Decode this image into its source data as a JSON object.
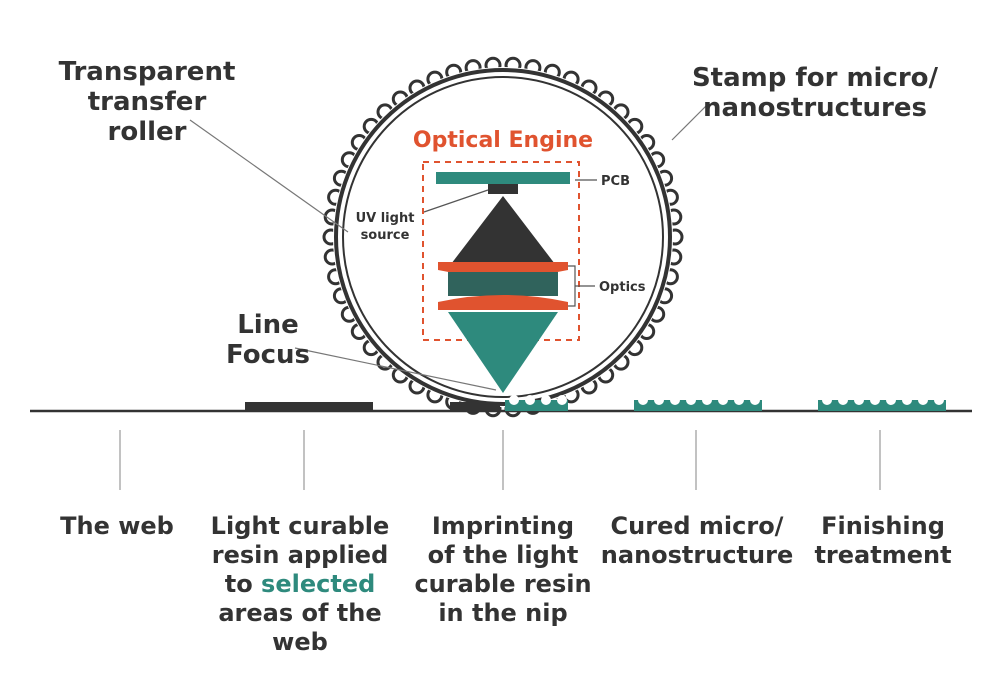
{
  "labels": {
    "roller": [
      "Transparent",
      "transfer",
      "roller"
    ],
    "stamp": [
      "Stamp for micro/",
      "nanostructures"
    ],
    "engine_title": "Optical Engine",
    "pcb": "PCB",
    "uv": [
      "UV light",
      "source"
    ],
    "optics": "Optics",
    "line_focus": [
      "Line",
      "Focus"
    ]
  },
  "steps": [
    {
      "lines": [
        "The web"
      ]
    },
    {
      "lines": [
        "Light curable",
        "resin applied",
        "to ",
        "areas of the",
        "web"
      ],
      "highlight": "selected"
    },
    {
      "lines": [
        "Imprinting",
        "of the light",
        "curable resin",
        "in the nip"
      ]
    },
    {
      "lines": [
        "Cured micro/",
        "nanostructure"
      ]
    },
    {
      "lines": [
        "Finishing",
        "treatment"
      ]
    }
  ],
  "colors": {
    "teal": "#2e8a7d",
    "orange": "#e0532f",
    "dark": "#333333"
  }
}
